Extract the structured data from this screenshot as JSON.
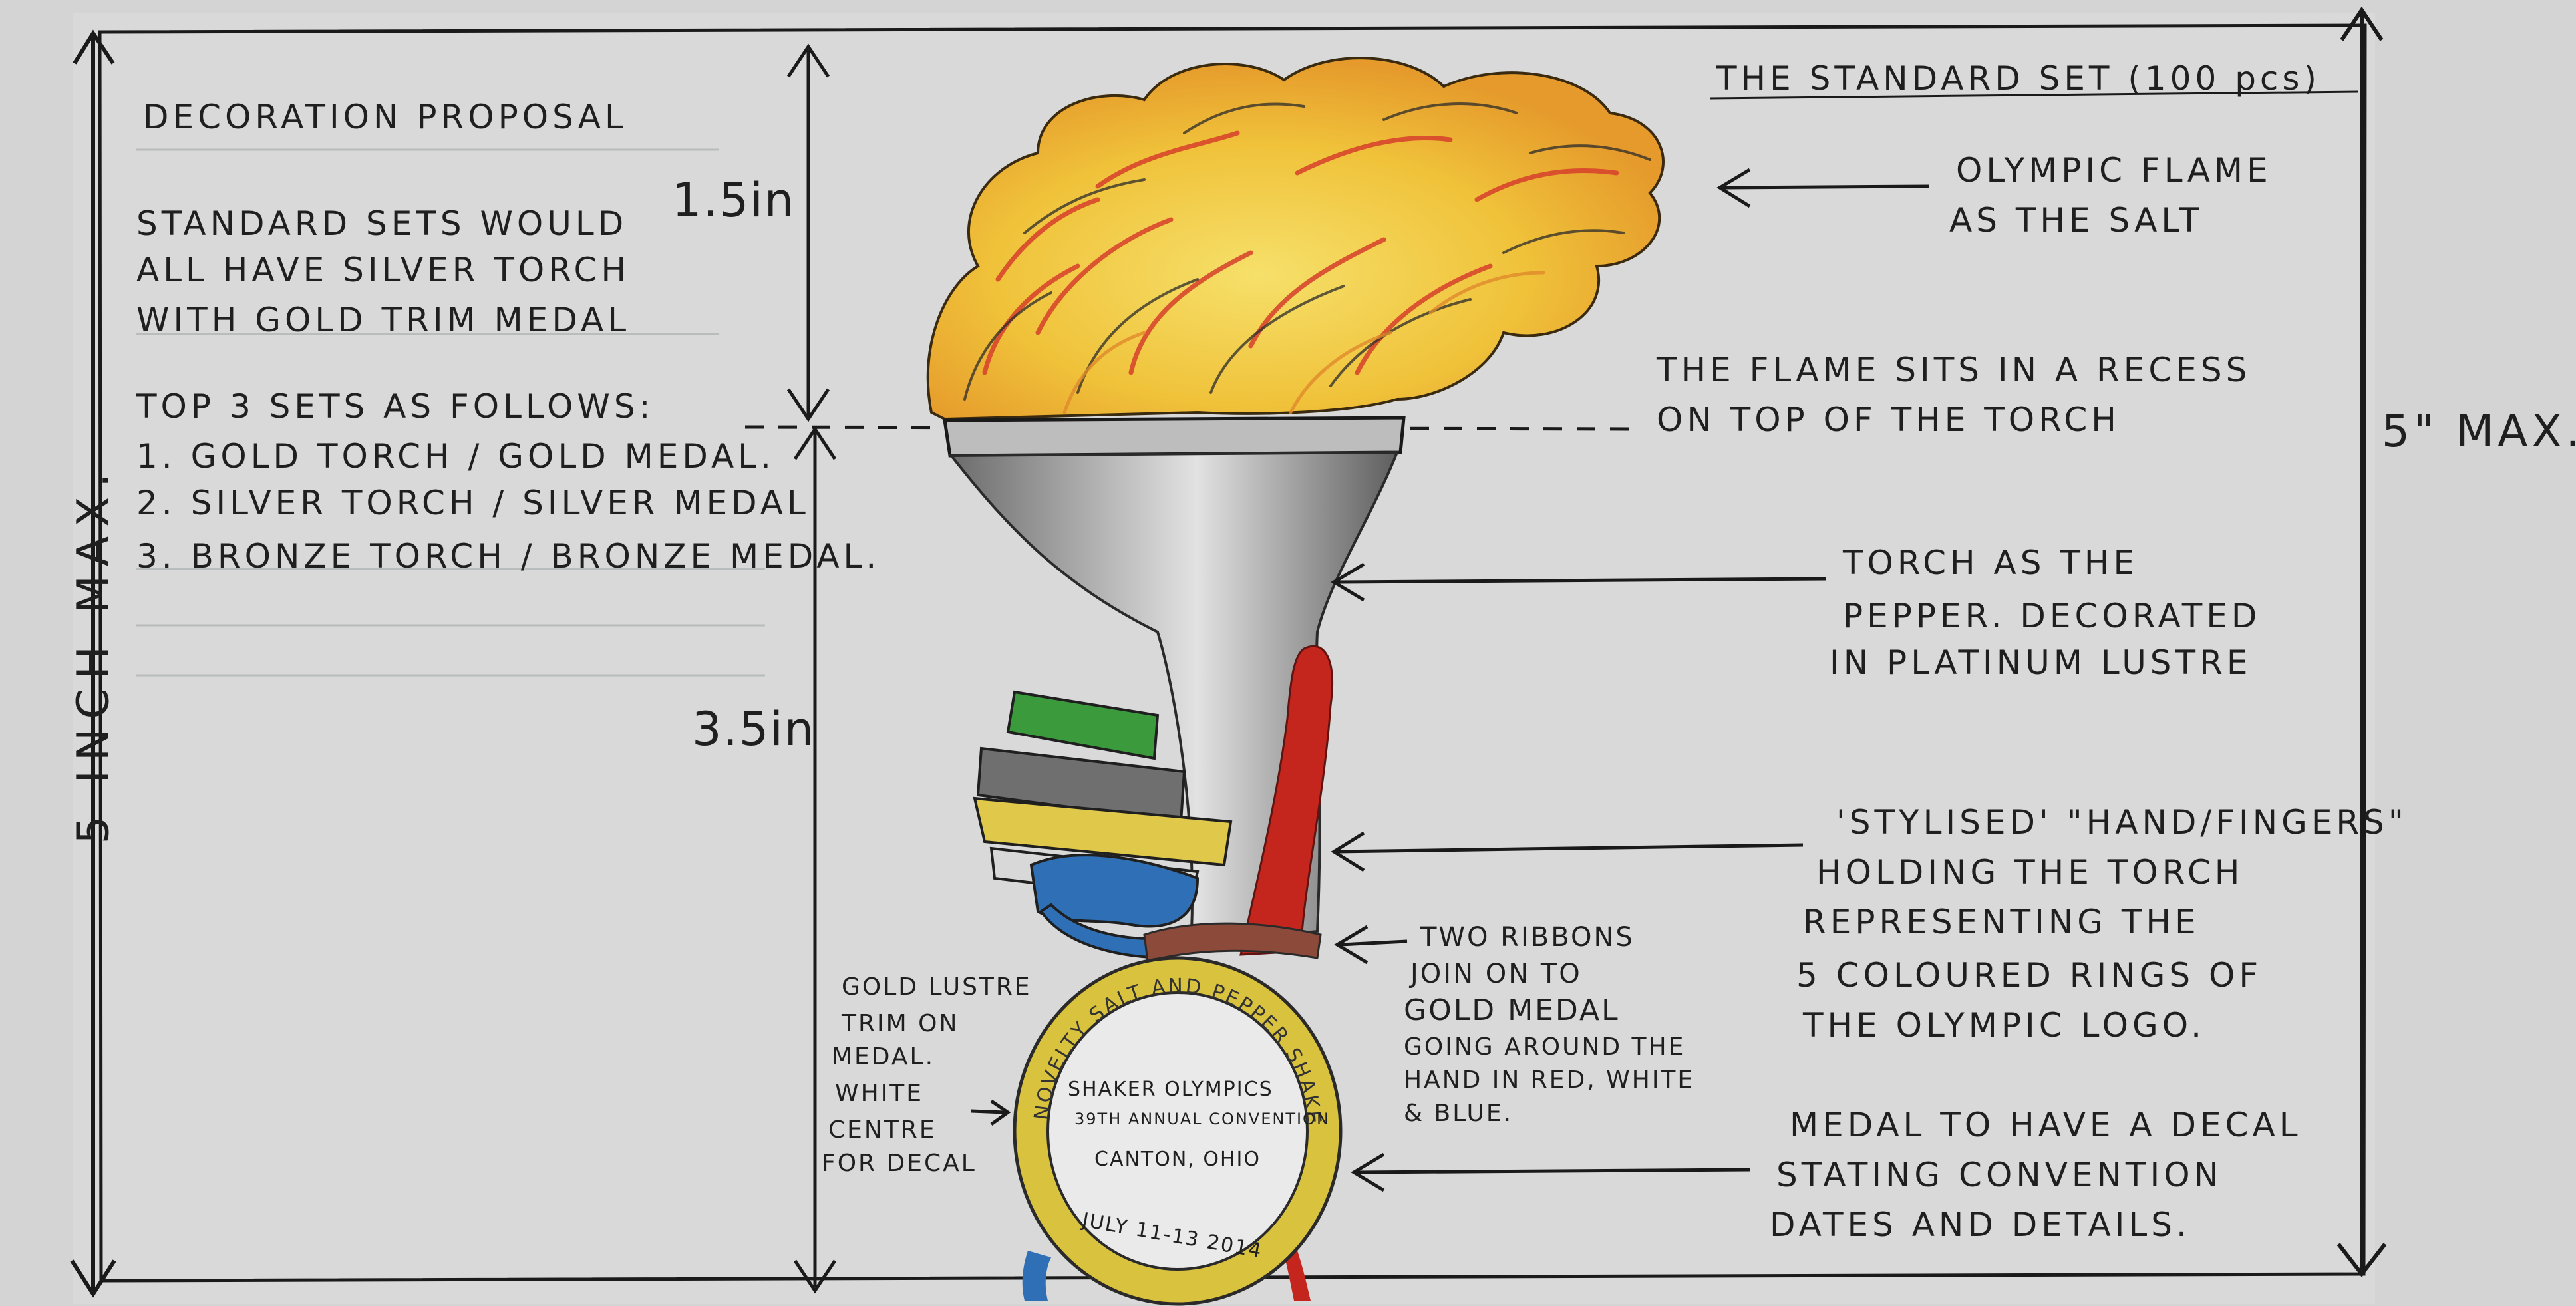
{
  "side_dimension": "5 INCH MAX.",
  "right_dimension": "5\" MAX.",
  "top_dimension": "1.5in",
  "bottom_dimension": "3.5in",
  "notes": {
    "title": "DECORATION PROPOSAL",
    "standard_line1": "STANDARD SETS WOULD",
    "standard_line2": "ALL HAVE SILVER TORCH",
    "standard_line3": "WITH GOLD TRIM MEDAL",
    "top_heading": "TOP 3 SETS AS FOLLOWS:",
    "top_item1": "1. GOLD TORCH / GOLD MEDAL.",
    "top_item2": "2. SILVER TORCH / SILVER MEDAL",
    "top_item3": "3. BRONZE TORCH / BRONZE MEDAL."
  },
  "standard_set": "THE STANDARD SET (100 pcs)",
  "annotations": {
    "flame_line1": "OLYMPIC FLAME",
    "flame_line2": "AS THE SALT",
    "recess_line1": "THE FLAME SITS IN A RECESS",
    "recess_line2": "ON TOP OF THE TORCH",
    "torch_line1": "TORCH AS THE",
    "torch_line2": "PEPPER. DECORATED",
    "torch_line3": "IN PLATINUM LUSTRE",
    "hand_line1": "'STYLISED' \"HAND/FINGERS\"",
    "hand_line2": "HOLDING THE TORCH",
    "hand_line3": "REPRESENTING THE",
    "hand_line4": "5 COLOURED RINGS OF",
    "hand_line5": "THE OLYMPIC LOGO.",
    "ribbons_line1": "TWO RIBBONS",
    "ribbons_line2": "JOIN ON TO",
    "ribbons_line3": "GOLD MEDAL",
    "ribbons_line4": "GOING AROUND THE",
    "ribbons_line5": "HAND IN RED, WHITE",
    "ribbons_line6": "& BLUE.",
    "trim_line1": "GOLD LUSTRE",
    "trim_line2": "TRIM ON",
    "trim_line3": "MEDAL.",
    "trim_line4": "WHITE",
    "trim_line5": "CENTRE",
    "trim_line6": "FOR DECAL",
    "decal_line1": "MEDAL TO HAVE A DECAL",
    "decal_line2": "STATING CONVENTION",
    "decal_line3": "DATES AND DETAILS."
  },
  "medal": {
    "ring_text": "NOVELTY SALT AND PEPPER SHAKERS CLUB",
    "line1": "SHAKER OLYMPICS",
    "line2": "39TH ANNUAL CONVENTION",
    "line3": "CANTON, OHIO",
    "date": "JULY 11-13 2014"
  },
  "colors": {
    "paper": "#d6d7d6",
    "ink": "#1d1d1d",
    "flame_yellow": "#f2c62a",
    "flame_red": "#d6402b",
    "torch_grey": "#8c8c8c",
    "ribbon_red": "#c4261e",
    "ring_green": "#3a9a3c",
    "ring_blue": "#2f6fb5",
    "ring_yellow": "#e0c84a",
    "medal_gold": "#d9c23e"
  }
}
